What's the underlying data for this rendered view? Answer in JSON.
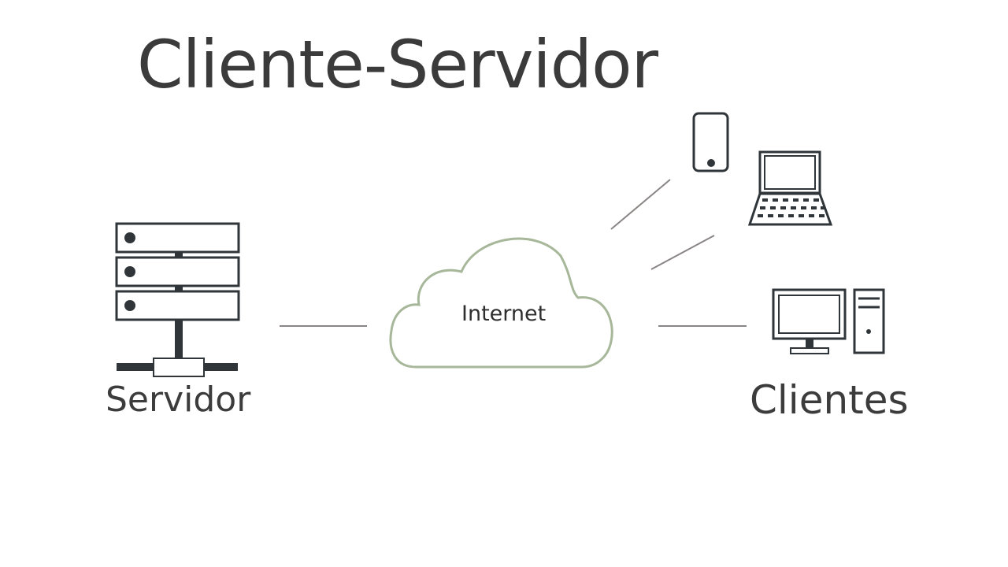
{
  "title": "Cliente-Servidor",
  "nodes": {
    "server": {
      "label": "Servidor"
    },
    "cloud": {
      "label": "Internet"
    },
    "clients": {
      "label": "Clientes"
    }
  },
  "icons": {
    "server": "server-rack-icon",
    "phone": "smartphone-icon",
    "laptop": "laptop-icon",
    "desktop": "desktop-computer-icon",
    "cloud": "cloud-icon"
  },
  "colors": {
    "text": "#3b3b3b",
    "device_stroke": "#2f3538",
    "cloud_stroke": "#a7b79a",
    "connector": "#8a8585"
  }
}
